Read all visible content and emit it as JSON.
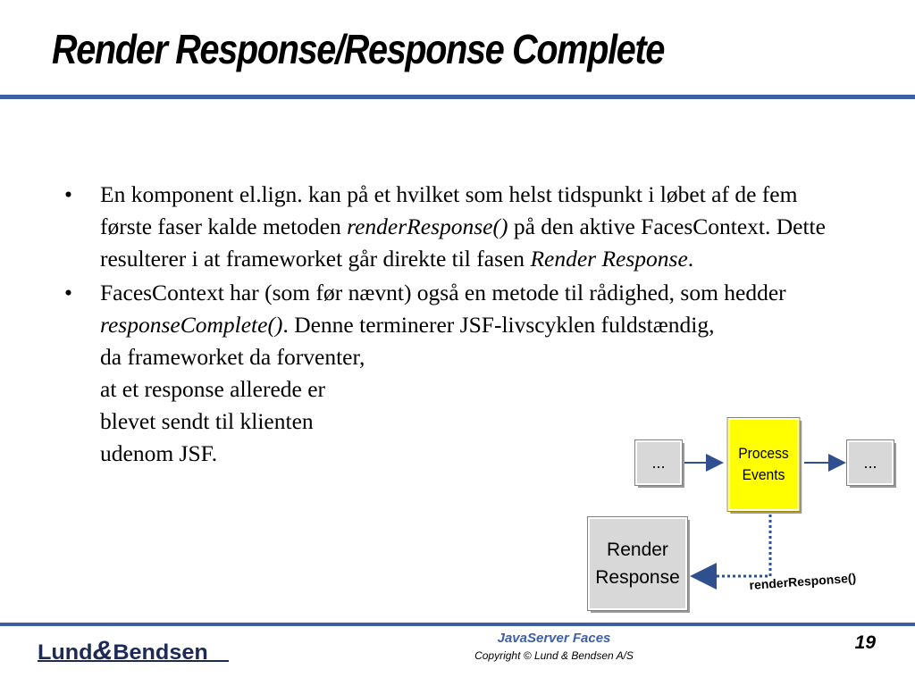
{
  "slide": {
    "title": "Render Response/Response Complete",
    "bullets": [
      {
        "marker": "•",
        "text_before": "En komponent el.lign. kan på et hvilket som helst tidspunkt i løbet af de fem første faser kalde metoden ",
        "em1": "renderResponse()",
        "text_middle": " på den aktive FacesContext. Dette resulterer i at frameworket går direkte til fasen ",
        "em2": "Render Response",
        "text_after": "."
      },
      {
        "marker": "•",
        "text_before": "FacesContext har (som før nævnt) også en metode til rådighed, som hedder ",
        "em1": "responseComplete()",
        "text_middle": ". Denne terminerer JSF-livscyklen fuldstændig,",
        "line_2": "da frameworket da forventer,",
        "line_3": "at et response allerede er",
        "line_4": "blevet sendt til klienten",
        "line_5": "udenom JSF."
      }
    ]
  },
  "diagram": {
    "box_left": "...",
    "box_process_line1": "Process",
    "box_process_line2": "Events",
    "box_right": "...",
    "box_render_line1": "Render",
    "box_render_line2": "Response",
    "arrow_label": "renderResponse()",
    "colors": {
      "process_fill": "#ffff00",
      "box_fill": "#d8d8d8",
      "arrow": "#2f4f8f"
    }
  },
  "footer": {
    "logo_part1": "Lund",
    "logo_amp": "&",
    "logo_part2": "Bendsen",
    "course_title": "JavaServer Faces",
    "copyright": "Copyright © Lund & Bendsen A/S",
    "page_number": "19"
  },
  "colors": {
    "accent": "#3e5fa6",
    "logo": "#1c2a55"
  }
}
